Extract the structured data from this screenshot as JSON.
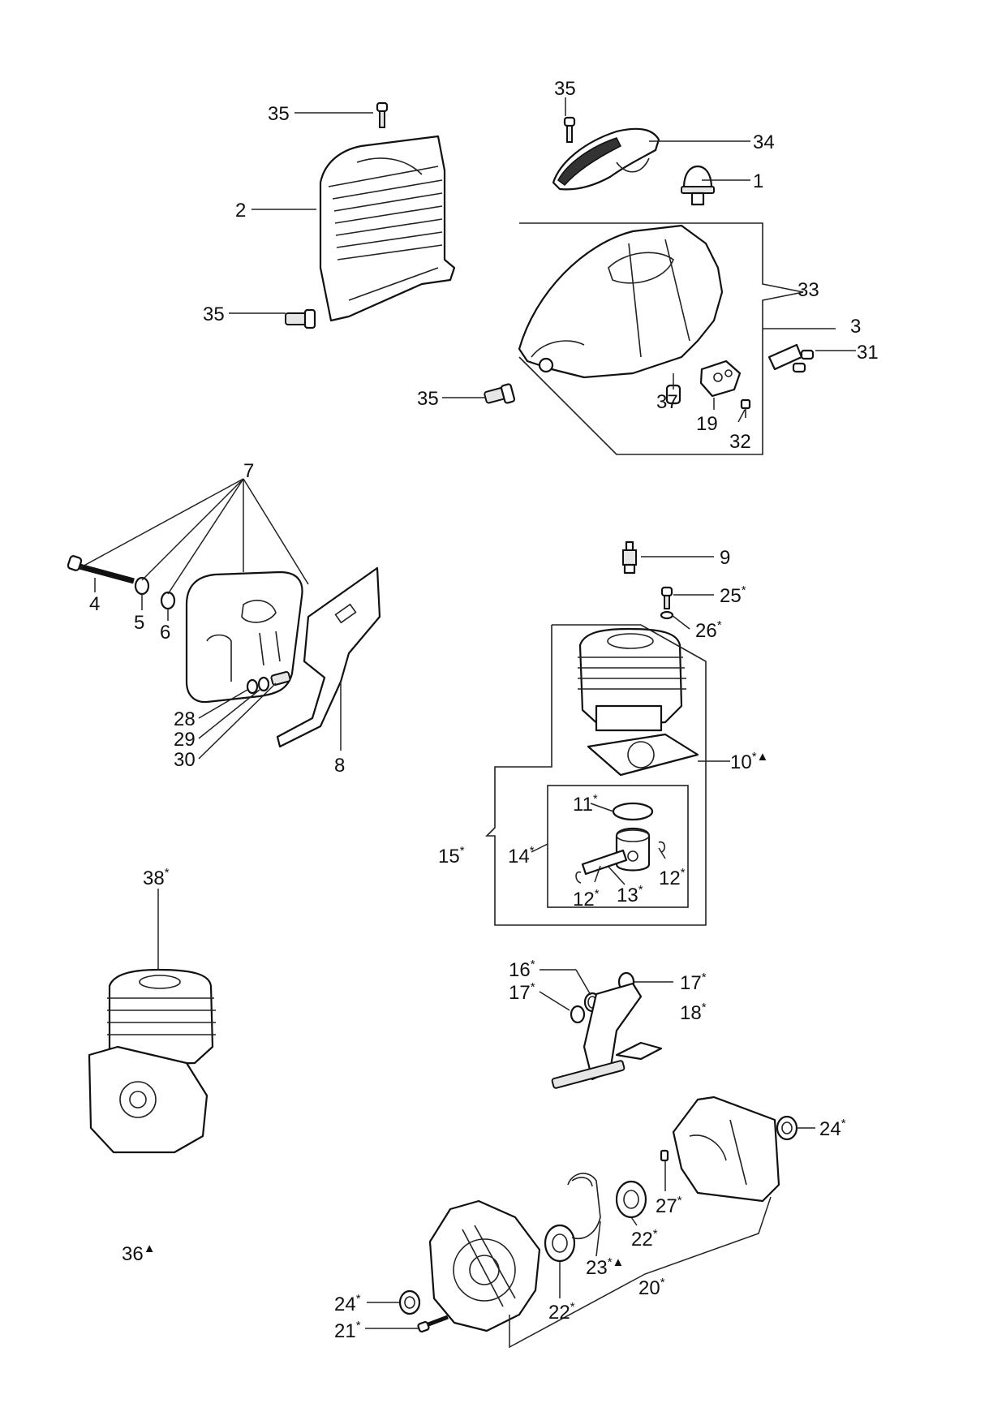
{
  "diagram": {
    "callouts": [
      {
        "id": "c35a",
        "text": "35",
        "mark": ""
      },
      {
        "id": "c35b",
        "text": "35",
        "mark": ""
      },
      {
        "id": "c34",
        "text": "34",
        "mark": ""
      },
      {
        "id": "c1",
        "text": "1",
        "mark": ""
      },
      {
        "id": "c2",
        "text": "2",
        "mark": ""
      },
      {
        "id": "c33",
        "text": "33",
        "mark": ""
      },
      {
        "id": "c35c",
        "text": "35",
        "mark": ""
      },
      {
        "id": "c3",
        "text": "3",
        "mark": ""
      },
      {
        "id": "c31",
        "text": "31",
        "mark": ""
      },
      {
        "id": "c35d",
        "text": "35",
        "mark": ""
      },
      {
        "id": "c37",
        "text": "37",
        "mark": ""
      },
      {
        "id": "c19",
        "text": "19",
        "mark": ""
      },
      {
        "id": "c32",
        "text": "32",
        "mark": ""
      },
      {
        "id": "c7",
        "text": "7",
        "mark": ""
      },
      {
        "id": "c9",
        "text": "9",
        "mark": ""
      },
      {
        "id": "c25",
        "text": "25",
        "mark": "*"
      },
      {
        "id": "c4",
        "text": "4",
        "mark": ""
      },
      {
        "id": "c5",
        "text": "5",
        "mark": ""
      },
      {
        "id": "c6",
        "text": "6",
        "mark": ""
      },
      {
        "id": "c26",
        "text": "26",
        "mark": "*"
      },
      {
        "id": "c28",
        "text": "28",
        "mark": ""
      },
      {
        "id": "c29",
        "text": "29",
        "mark": ""
      },
      {
        "id": "c30",
        "text": "30",
        "mark": ""
      },
      {
        "id": "c8",
        "text": "8",
        "mark": ""
      },
      {
        "id": "c10",
        "text": "10",
        "mark": "*▲"
      },
      {
        "id": "c11",
        "text": "11",
        "mark": "*"
      },
      {
        "id": "c15",
        "text": "15",
        "mark": "*"
      },
      {
        "id": "c14",
        "text": "14",
        "mark": "*"
      },
      {
        "id": "c38",
        "text": "38",
        "mark": "*"
      },
      {
        "id": "c12a",
        "text": "12",
        "mark": "*"
      },
      {
        "id": "c12b",
        "text": "12",
        "mark": "*"
      },
      {
        "id": "c13",
        "text": "13",
        "mark": "*"
      },
      {
        "id": "c16",
        "text": "16",
        "mark": "*"
      },
      {
        "id": "c17a",
        "text": "17",
        "mark": "*"
      },
      {
        "id": "c17b",
        "text": "17",
        "mark": "*"
      },
      {
        "id": "c18",
        "text": "18",
        "mark": "*"
      },
      {
        "id": "c24a",
        "text": "24",
        "mark": "*"
      },
      {
        "id": "c27",
        "text": "27",
        "mark": "*"
      },
      {
        "id": "c22a",
        "text": "22",
        "mark": "*"
      },
      {
        "id": "c36",
        "text": "36",
        "mark": "▲"
      },
      {
        "id": "c22b",
        "text": "22",
        "mark": "*"
      },
      {
        "id": "c23",
        "text": "23",
        "mark": "*▲"
      },
      {
        "id": "c20",
        "text": "20",
        "mark": "*"
      },
      {
        "id": "c24b",
        "text": "24",
        "mark": "*"
      },
      {
        "id": "c21",
        "text": "21",
        "mark": "*"
      }
    ]
  }
}
